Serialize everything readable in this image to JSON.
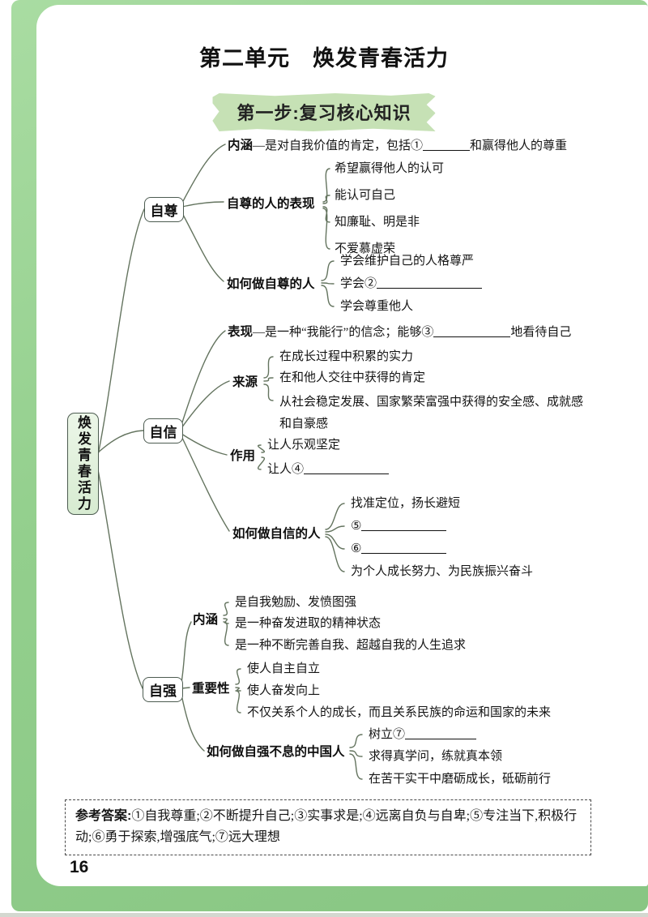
{
  "header": {
    "unit_title": "第二单元　焕发青春活力",
    "step_banner": "第一步:复习核心知识"
  },
  "root_label": "焕发青春活力",
  "zizun": {
    "node": "自尊",
    "neihan_label": "内涵",
    "neihan_pre": "—是对自我价值的肯定，包括①",
    "neihan_post": "和赢得他人的尊重",
    "biaoxian_label": "自尊的人的表现",
    "biaoxian_items": [
      "希望赢得他人的认可",
      "能认可自己",
      "知廉耻、明是非",
      "不爱慕虚荣"
    ],
    "how_label": "如何做自尊的人",
    "how_1": "学会维护自己的人格尊严",
    "how_2_pre": "学会②",
    "how_3": "学会尊重他人"
  },
  "zixin": {
    "node": "自信",
    "biaoxian_label": "表现",
    "biaoxian_pre": "—是一种“我能行”的信念；能够③",
    "biaoxian_post": "地看待自己",
    "laiyuan_label": "来源",
    "laiyuan_items": [
      "在成长过程中积累的实力",
      "在和他人交往中获得的肯定",
      "从社会稳定发展、国家繁荣富强中获得的安全感、成就感和自豪感"
    ],
    "zuoyong_label": "作用",
    "zuoyong_1": "让人乐观坚定",
    "zuoyong_2_pre": "让人④",
    "how_label": "如何做自信的人",
    "how_1": "找准定位，扬长避短",
    "how_2_pre": "⑤",
    "how_3_pre": "⑥",
    "how_4": "为个人成长努力、为民族振兴奋斗"
  },
  "ziqiang": {
    "node": "自强",
    "neihan_label": "内涵",
    "neihan_items": [
      "是自我勉励、发愤图强",
      "是一种奋发进取的精神状态",
      "是一种不断完善自我、超越自我的人生追求"
    ],
    "zhongyaoxing_label": "重要性",
    "zhongyaoxing_items": [
      "使人自主自立",
      "使人奋发向上",
      "不仅关系个人的成长，而且关系民族的命运和国家的未来"
    ],
    "how_label": "如何做自强不息的中国人",
    "how_1_pre": "树立⑦",
    "how_2": "求得真学问，练就真本领",
    "how_3": "在苦干实干中磨砺成长，砥砺前行"
  },
  "answers": {
    "label": "参考答案:",
    "text": "①自我尊重;②不断提升自己;③实事求是;④远离自负与自卑;⑤专注当下,积极行动;⑥勇于探索,增强底气;⑦远大理想"
  },
  "footer": {
    "page_number": "16"
  }
}
